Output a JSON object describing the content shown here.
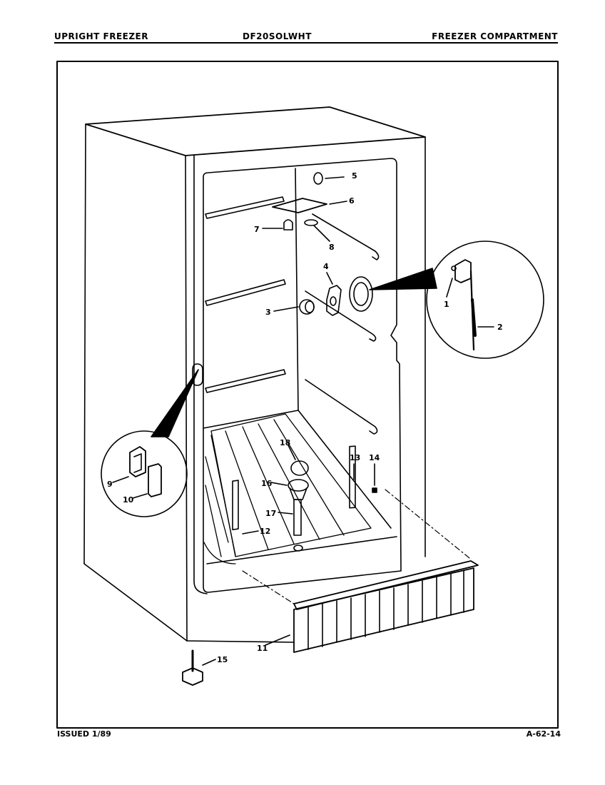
{
  "header": {
    "left": "UPRIGHT FREEZER",
    "center": "DF20SOLWHT",
    "right": "FREEZER COMPARTMENT"
  },
  "footer": {
    "left": "ISSUED 1/89",
    "right": "A-62-14"
  },
  "callouts": [
    "1",
    "2",
    "3",
    "4",
    "5",
    "6",
    "7",
    "8",
    "9",
    "10",
    "11",
    "12",
    "13",
    "14",
    "15",
    "16",
    "17",
    "18"
  ]
}
